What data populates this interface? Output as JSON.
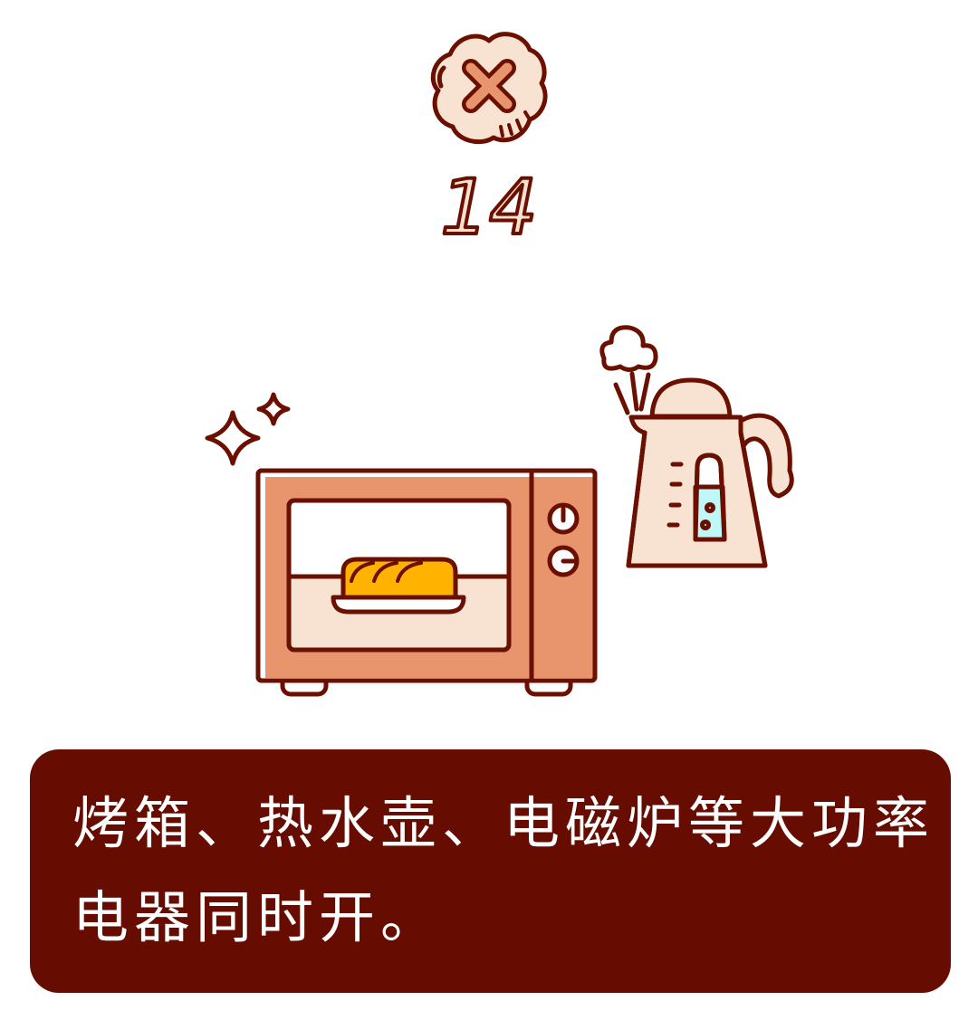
{
  "badge": {
    "number": "14",
    "icon": "cross-mark-icon"
  },
  "illustration": {
    "items": [
      "oven-icon",
      "kettle-icon",
      "sparkle-icon",
      "steam-icon",
      "bread-icon"
    ],
    "colors": {
      "outline": "#6b0f00",
      "oven": "#e8956e",
      "cream": "#f8e3d2",
      "bread": "#ffb300",
      "water": "#bff8f8",
      "panel": "#660c00"
    }
  },
  "caption": {
    "line1": "烤箱、热水壶、电磁炉等大功率",
    "line2": "电器同时开。"
  }
}
